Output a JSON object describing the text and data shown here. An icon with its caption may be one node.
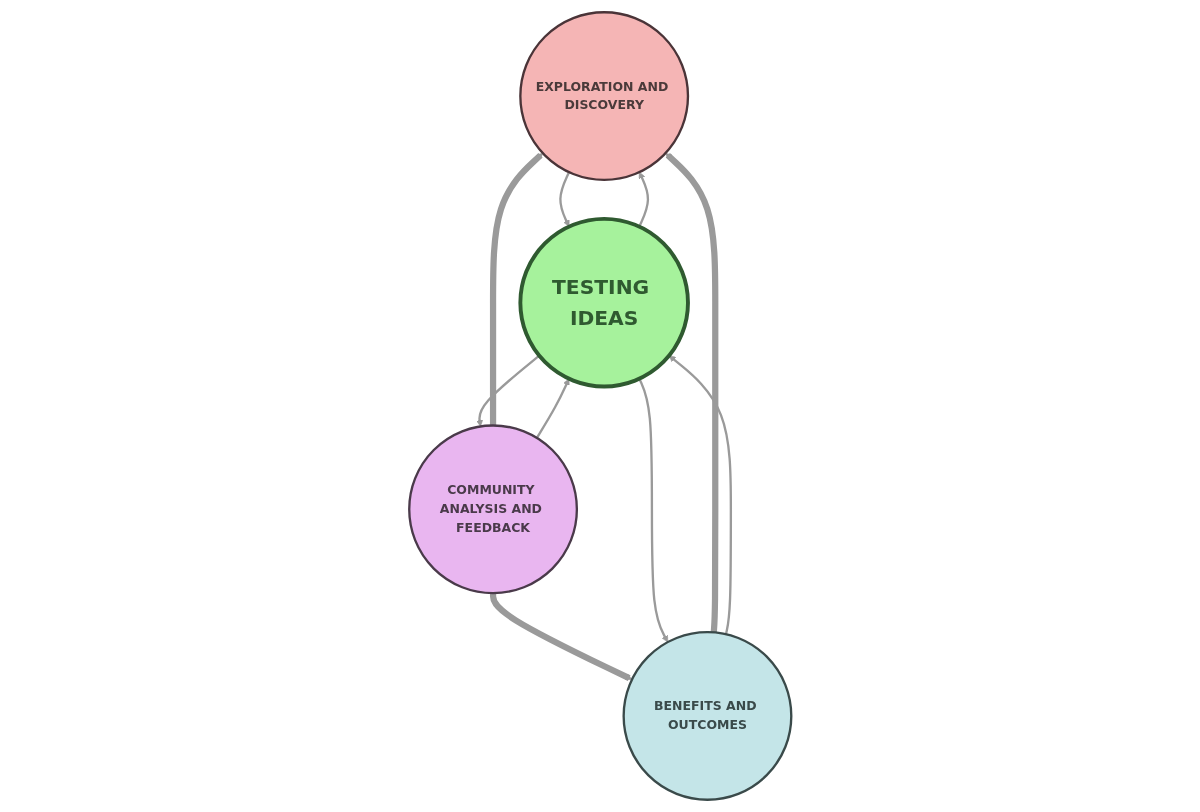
{
  "diagram": {
    "nodes": [
      {
        "text": [
          "EXPLORATION AND DISCOVERY"
        ]
      },
      {
        "text": [
          "TESTING IDEAS"
        ]
      },
      {
        "text": [
          "BENEFITS AND OUTCOMES"
        ]
      },
      {
        "text": [
          "COMMUNITY ANALYSIS AND FEEDBACK"
        ]
      }
    ],
    "edges": [
      {
        "from": 2,
        "to": 0,
        "arrow": "to",
        "style": "thick"
      },
      {
        "from": 3,
        "to": 0,
        "arrow": "to",
        "style": "thick"
      },
      {
        "from": 3,
        "to": 2,
        "arrow": "to",
        "style": "thick"
      },
      {
        "from": 1,
        "to": 0,
        "arrow": "to"
      },
      {
        "from": 0,
        "to": 1,
        "arrow": "to"
      },
      {
        "from": 2,
        "to": 1,
        "arrow": "to"
      },
      {
        "from": 1,
        "to": 2,
        "arrow": "to"
      },
      {
        "from": 3,
        "to": 1,
        "arrow": "to"
      },
      {
        "from": 1,
        "to": 3,
        "arrow": "to"
      }
    ]
  }
}
